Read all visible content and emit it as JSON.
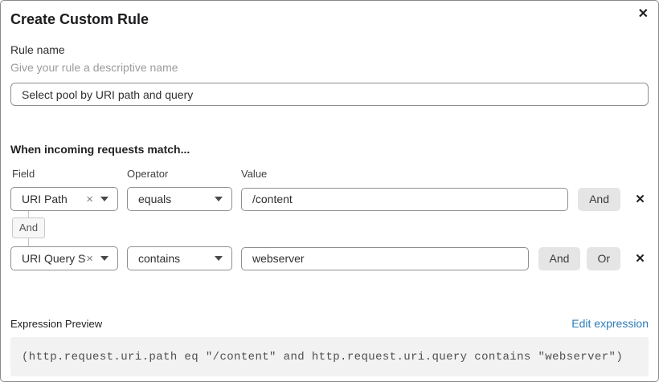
{
  "dialog": {
    "title": "Create Custom Rule"
  },
  "icons": {
    "close": "✕",
    "clear": "×",
    "delete_row": "✕"
  },
  "rule_name": {
    "label": "Rule name",
    "hint": "Give your rule a descriptive name",
    "value": "Select pool by URI path and query"
  },
  "match": {
    "heading": "When incoming requests match...",
    "columns": [
      "Field",
      "Operator",
      "Value"
    ],
    "connector": "And",
    "rows": [
      {
        "field": "URI Path",
        "operator": "equals",
        "value": "/content",
        "and_label": "And"
      },
      {
        "field": "URI Query St...",
        "operator": "contains",
        "value": "webserver",
        "and_label": "And",
        "or_label": "Or"
      }
    ]
  },
  "expression": {
    "label": "Expression Preview",
    "edit_link": "Edit expression",
    "code": "(http.request.uri.path eq \"/content\" and http.request.uri.query contains \"webserver\")"
  },
  "colors": {
    "link_blue": "#2c7cb7",
    "button_gray": "#e5e5e5",
    "code_background": "#f2f2f2",
    "border_gray": "#8f8f8f"
  }
}
